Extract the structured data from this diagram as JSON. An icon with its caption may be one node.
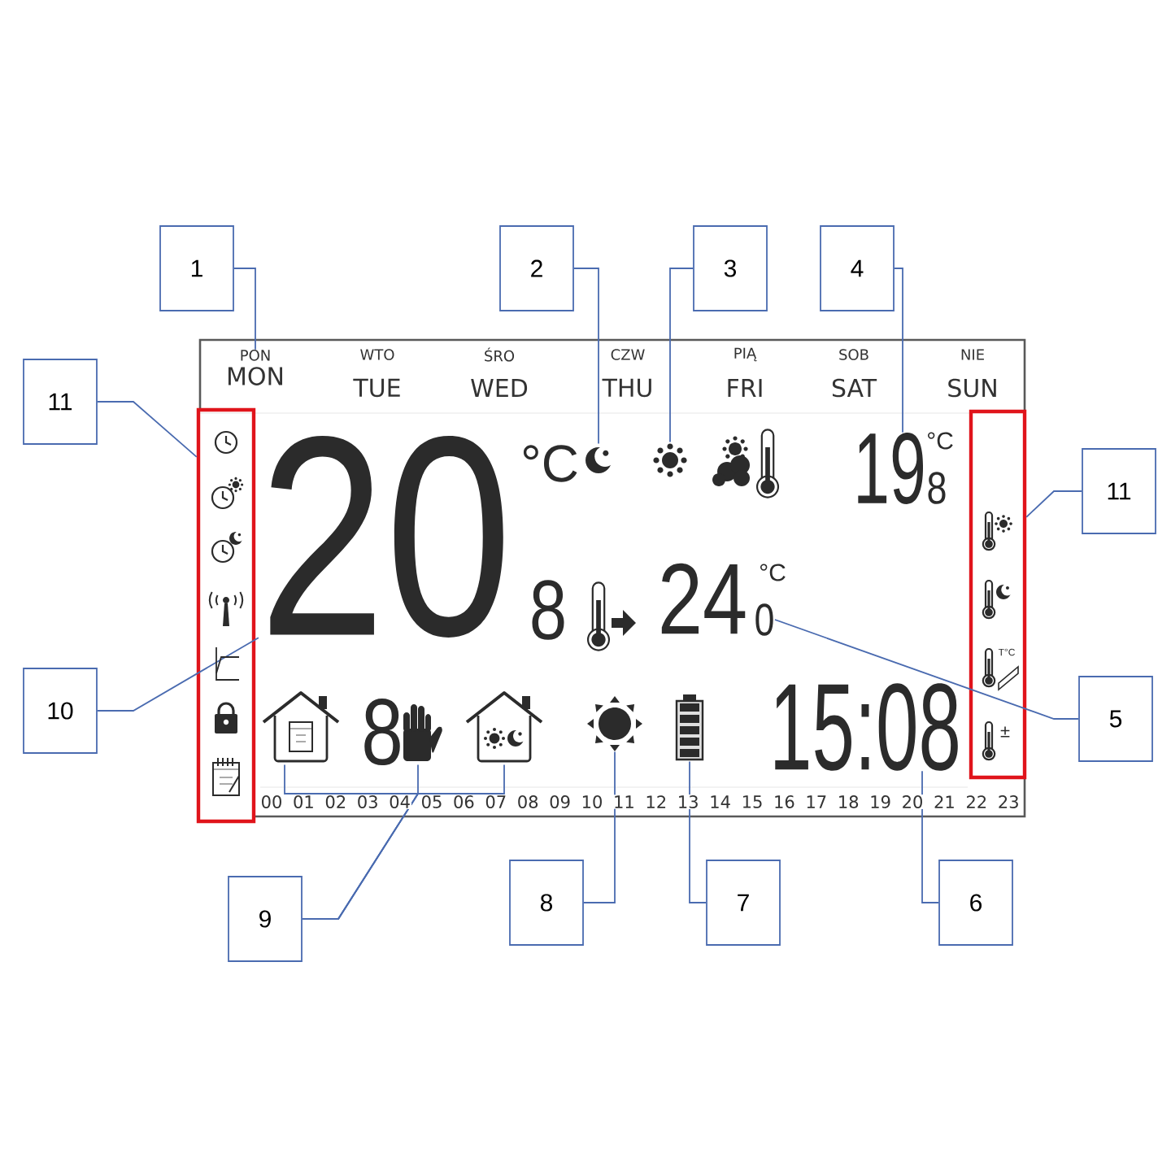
{
  "diagram": {
    "nodes": [
      {
        "text": [
          "1"
        ]
      },
      {
        "text": [
          "2"
        ]
      },
      {
        "text": [
          "3"
        ]
      },
      {
        "text": [
          "4"
        ]
      },
      {
        "text": [
          "11"
        ]
      },
      {
        "text": [
          "11"
        ]
      },
      {
        "text": [
          "10"
        ]
      },
      {
        "text": [
          "5"
        ]
      },
      {
        "text": [
          "9"
        ]
      },
      {
        "text": [
          "8"
        ]
      },
      {
        "text": [
          "7"
        ]
      },
      {
        "text": [
          "6"
        ]
      },
      {
        "text": [
          "PON",
          "MON"
        ]
      },
      {
        "text": [],
        "shape": "box"
      },
      {
        "text": [],
        "shape": "box"
      },
      {
        "text": [],
        "shape": "picture"
      },
      {
        "text": [],
        "shape": "picture"
      },
      {
        "text": [
          "20"
        ]
      },
      {
        "text": [
          "19"
        ]
      },
      {
        "text": [
          "0"
        ]
      },
      {
        "text": [],
        "shape": "picture"
      },
      {
        "text": [],
        "shape": "picture"
      },
      {
        "text": [],
        "shape": "picture"
      },
      {
        "text": [],
        "shape": "picture"
      },
      {
        "text": [],
        "shape": "picture"
      },
      {
        "text": [
          "15:08"
        ]
      }
    ],
    "edges": [
      {
        "from": 0,
        "to": 12,
        "arrow": "none"
      },
      {
        "from": 1,
        "to": 15,
        "arrow": "none"
      },
      {
        "from": 2,
        "to": 16,
        "arrow": "none"
      },
      {
        "from": 3,
        "to": 18,
        "arrow": "none"
      },
      {
        "from": 4,
        "to": 13,
        "arrow": "none"
      },
      {
        "from": 5,
        "to": 14,
        "arrow": "none"
      },
      {
        "from": 6,
        "to": 17,
        "arrow": "none"
      },
      {
        "from": 7,
        "to": 19,
        "arrow": "none"
      },
      {
        "from": 8,
        "to": 20,
        "arrow": "none"
      },
      {
        "from": 8,
        "to": 21,
        "arrow": "none"
      },
      {
        "from": 8,
        "to": 22,
        "arrow": "none"
      },
      {
        "from": 9,
        "to": 23,
        "arrow": "none"
      },
      {
        "from": 10,
        "to": 24,
        "arrow": "none"
      },
      {
        "from": 11,
        "to": 25,
        "arrow": "none"
      }
    ],
    "labels": [
      "WTO",
      "TUE",
      "ŚRO",
      "WED",
      "CZW",
      "THU",
      "PIĄ",
      "FRI",
      "SOB",
      "SAT",
      "NIE",
      "SUN",
      "°C",
      "8",
      "°C",
      "8",
      "24",
      "°C",
      "T°C",
      "8",
      "±",
      "00",
      "01",
      "02",
      "03",
      "04",
      "05",
      "06",
      "07",
      "08",
      "09",
      "10",
      "11",
      "12",
      "13",
      "14",
      "15",
      "16",
      "17",
      "18",
      "19",
      "20",
      "21",
      "22",
      "23"
    ]
  }
}
